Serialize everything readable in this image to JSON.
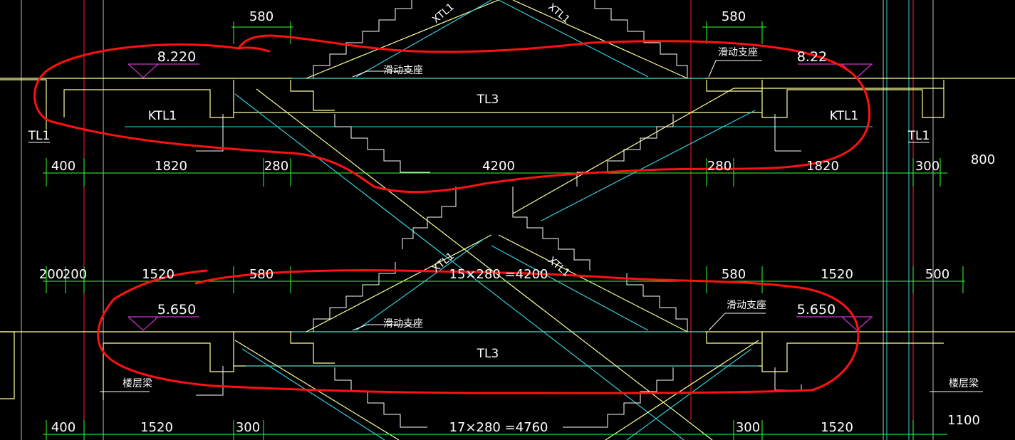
{
  "colors": {
    "background": "#000000",
    "structure": "#ffff99",
    "stairs": "#ffffff",
    "rebar": "#33ccdd",
    "dimension": "#33ff33",
    "axis": "#ff2222",
    "level_mark": "#cc33cc",
    "markup": "#ff1111"
  },
  "upper": {
    "dims_top": [
      "580",
      "580"
    ],
    "levels": [
      "8.220",
      "8.22"
    ],
    "beam_center": "TL3",
    "beams_side": [
      "KTL1",
      "KTL1"
    ],
    "columns": [
      "TL1",
      "TL1"
    ],
    "flights": [
      "XTL1",
      "XTL1"
    ],
    "supports": [
      "滑动支座",
      "滑动支座"
    ],
    "dims_bottom": [
      "400",
      "1820",
      "280",
      "4200",
      "280",
      "1820",
      "300"
    ],
    "right_value": "800"
  },
  "lower": {
    "dims_top": [
      "200",
      "200",
      "1520",
      "580",
      "15×280 =4200",
      "580",
      "1520",
      "500"
    ],
    "levels": [
      "5.650",
      "5.650"
    ],
    "beam_center": "TL3",
    "flights": [
      "XTL1",
      "XTL1"
    ],
    "supports": [
      "滑动支座",
      "滑动支座"
    ],
    "floor_beams": [
      "楼层梁",
      "楼层梁"
    ],
    "dims_bottom": [
      "400",
      "1520",
      "300",
      "17×280 =4760",
      "300",
      "1520"
    ],
    "right_value": "1100"
  }
}
